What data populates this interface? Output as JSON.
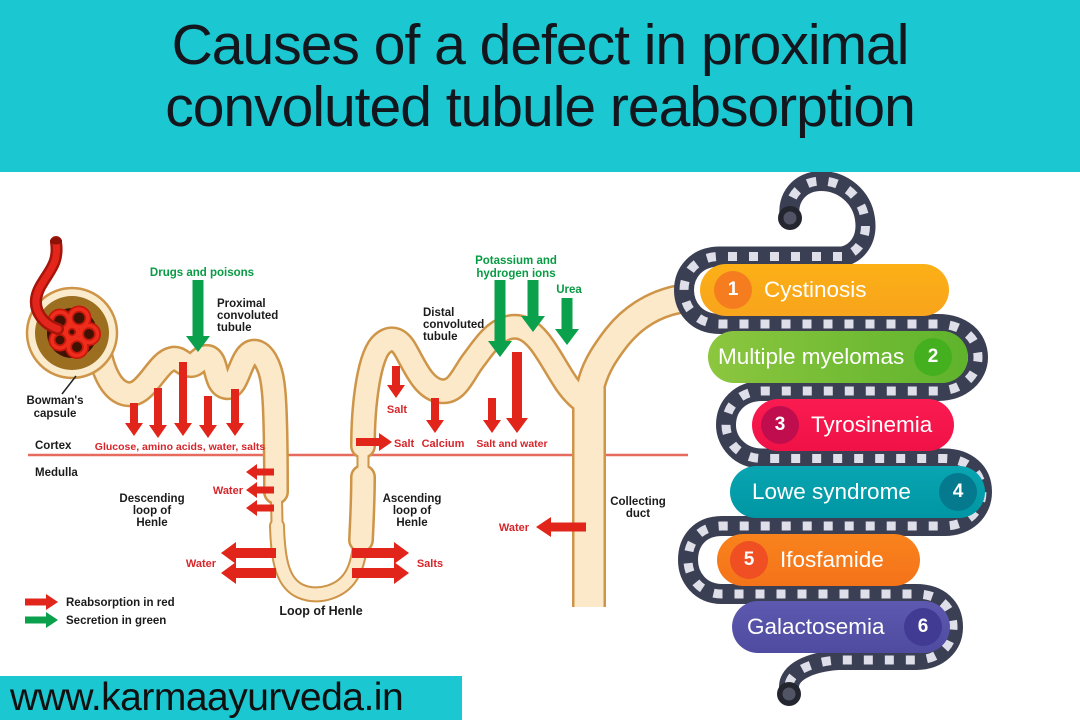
{
  "header": {
    "bg": "#1bc7d1",
    "title_line1": "Causes of a defect in proximal",
    "title_line2": "convoluted tubule reabsorption"
  },
  "footer": {
    "url": "www.karmaayurveda.in",
    "bg": "#1bc7d1"
  },
  "diagram": {
    "green_labels": {
      "drugs": "Drugs and poisons",
      "potassium_1": "Potassium and",
      "potassium_2": "hydrogen ions",
      "urea": "Urea"
    },
    "black_labels": {
      "proximal_1": "Proximal",
      "proximal_2": "convoluted",
      "proximal_3": "tubule",
      "distal_1": "Distal",
      "distal_2": "convoluted",
      "distal_3": "tubule",
      "bowmans_1": "Bowman's",
      "bowmans_2": "capsule",
      "cortex": "Cortex",
      "medulla": "Medulla",
      "descending_1": "Descending",
      "descending_2": "loop of",
      "descending_3": "Henle",
      "ascending_1": "Ascending",
      "ascending_2": "loop of",
      "ascending_3": "Henle",
      "collecting_1": "Collecting",
      "collecting_2": "duct",
      "loop_henle": "Loop of Henle"
    },
    "red_labels": {
      "glucose": "Glucose, amino acids, water, salts",
      "salt_distal": "Salt",
      "salt_ascending": "Salt",
      "calcium": "Calcium",
      "salt_and_water": "Salt and water",
      "water_descending": "Water",
      "water_loop": "Water",
      "salts_loop": "Salts",
      "water_duct": "Water"
    },
    "legend": {
      "reabsorption": "Reabsorption in red",
      "secretion": "Secretion in green"
    },
    "colors": {
      "tube_fill": "#fbe9ca",
      "tube_border": "#ce9548",
      "arrow_red": "#e2251b",
      "arrow_green": "#0ba04b",
      "cortex_line": "#e66a5e"
    }
  },
  "causes": {
    "rope_color": "#3b3f53",
    "dash_color": "#dfdfea",
    "items": [
      {
        "num": "1",
        "label": "Cystinosis",
        "color": "#faa918",
        "badge": "#f57d1f",
        "side": "left"
      },
      {
        "num": "2",
        "label": "Multiple myelomas",
        "color": "#76bb40",
        "badge": "#44b01f",
        "side": "right"
      },
      {
        "num": "3",
        "label": "Tyrosinemia",
        "color": "#f7164d",
        "badge": "#c00d4e",
        "side": "left"
      },
      {
        "num": "4",
        "label": "Lowe syndrome",
        "color": "#05a0ad",
        "badge": "#057a8e",
        "side": "right"
      },
      {
        "num": "5",
        "label": "Ifosfamide",
        "color": "#f87c1b",
        "badge": "#ef4f22",
        "side": "left"
      },
      {
        "num": "6",
        "label": "Galactosemia",
        "color": "#5955ab",
        "badge": "#413b94",
        "side": "right"
      }
    ]
  }
}
